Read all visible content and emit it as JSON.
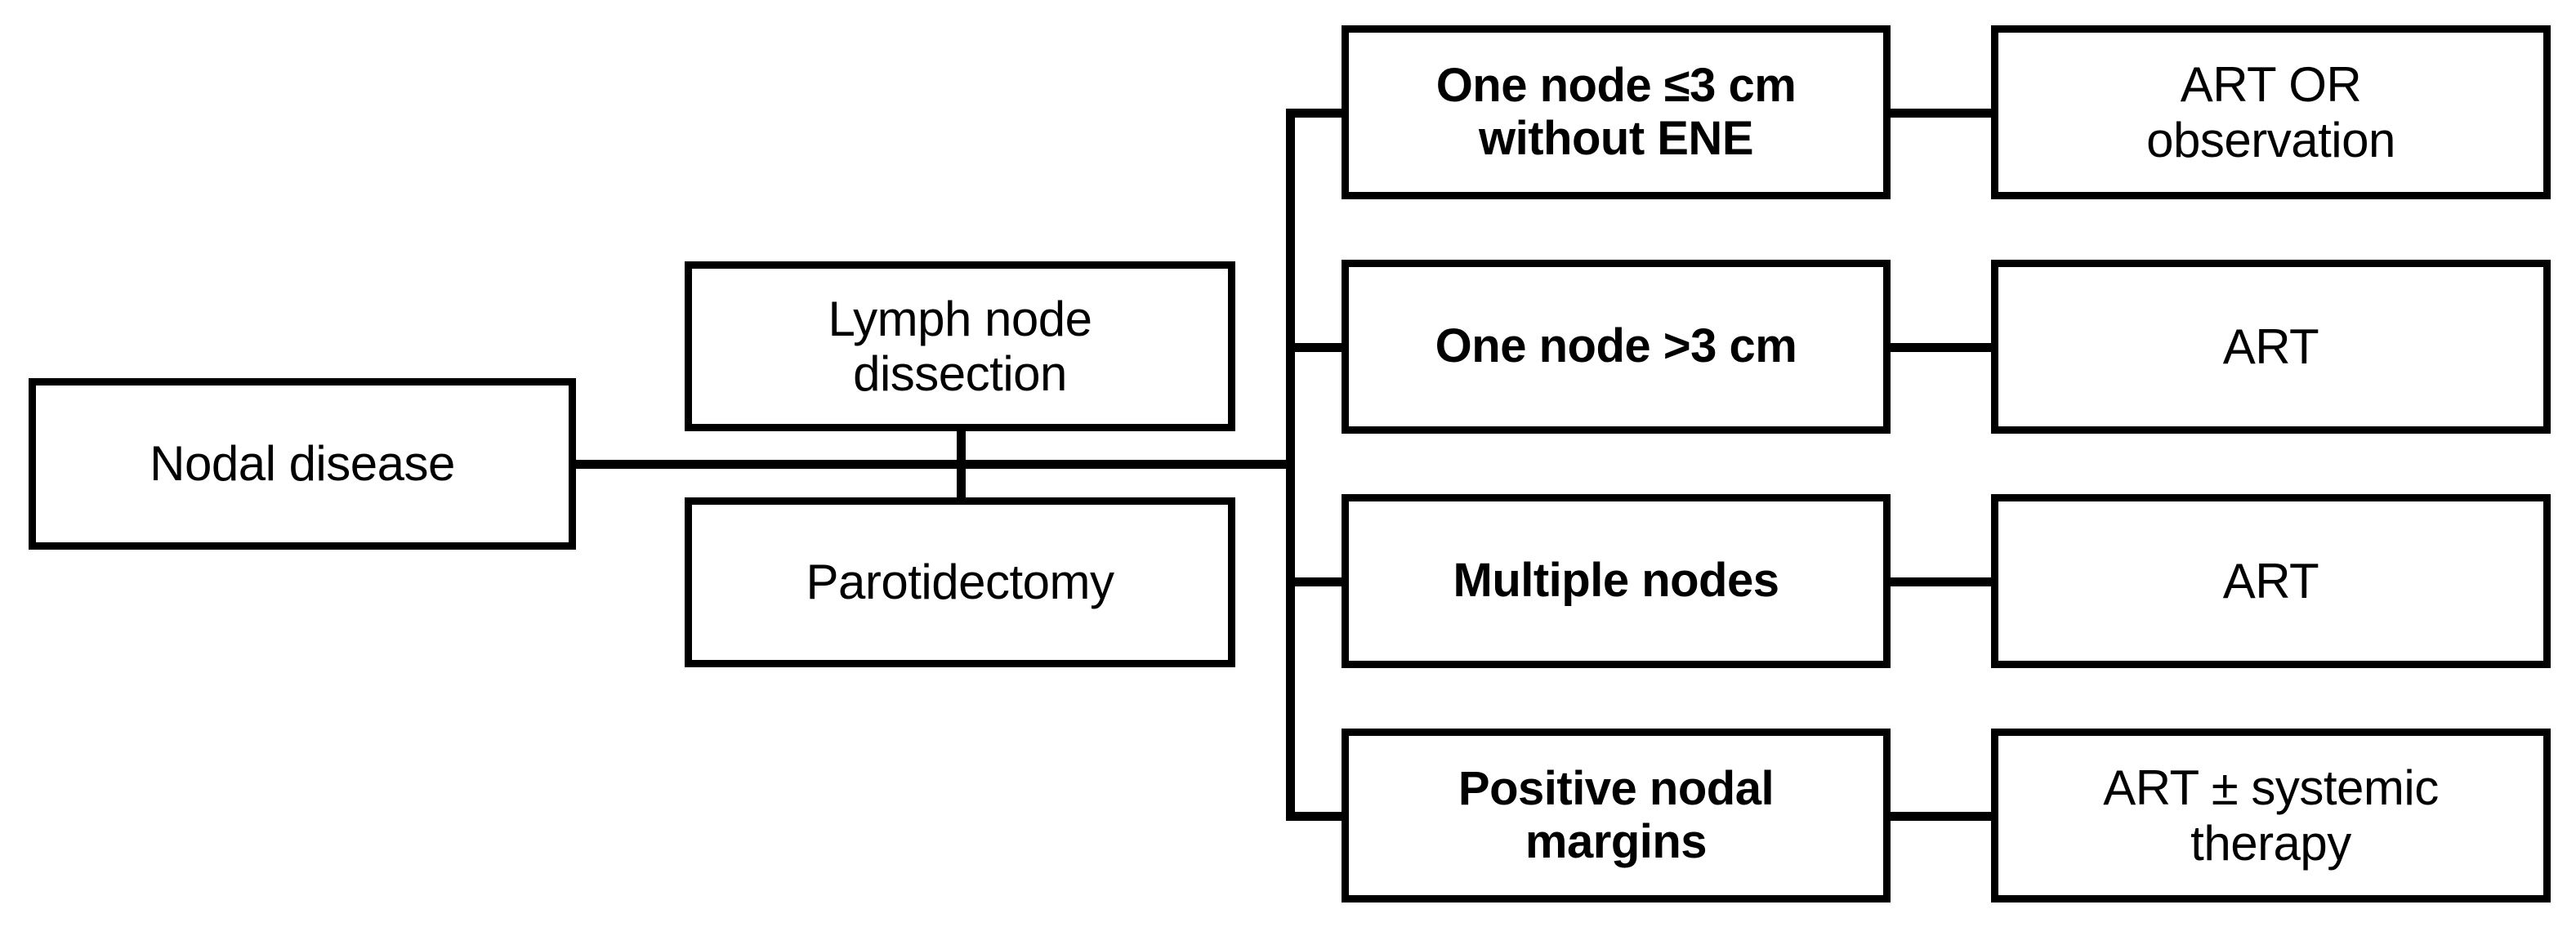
{
  "diagram": {
    "title": "Nodal disease management flowchart",
    "type": "flowchart",
    "orientation": "left-to-right",
    "line_color": "#000000",
    "box_fill": "#ffffff",
    "text_color": "#000000"
  },
  "nodes": {
    "root": {
      "label": "Nodal disease"
    },
    "surgery": [
      {
        "label": "Lymph node\ndissection"
      },
      {
        "label": "Parotidectomy"
      }
    ],
    "pathology": [
      {
        "label": "One node ≤3 cm\nwithout ENE"
      },
      {
        "label": "One node >3 cm"
      },
      {
        "label": "Multiple nodes"
      },
      {
        "label": "Positive nodal\nmargins"
      }
    ],
    "treatment": [
      {
        "label": "ART OR\nobservation"
      },
      {
        "label": "ART"
      },
      {
        "label": "ART"
      },
      {
        "label": "ART ± systemic\ntherapy"
      }
    ]
  }
}
